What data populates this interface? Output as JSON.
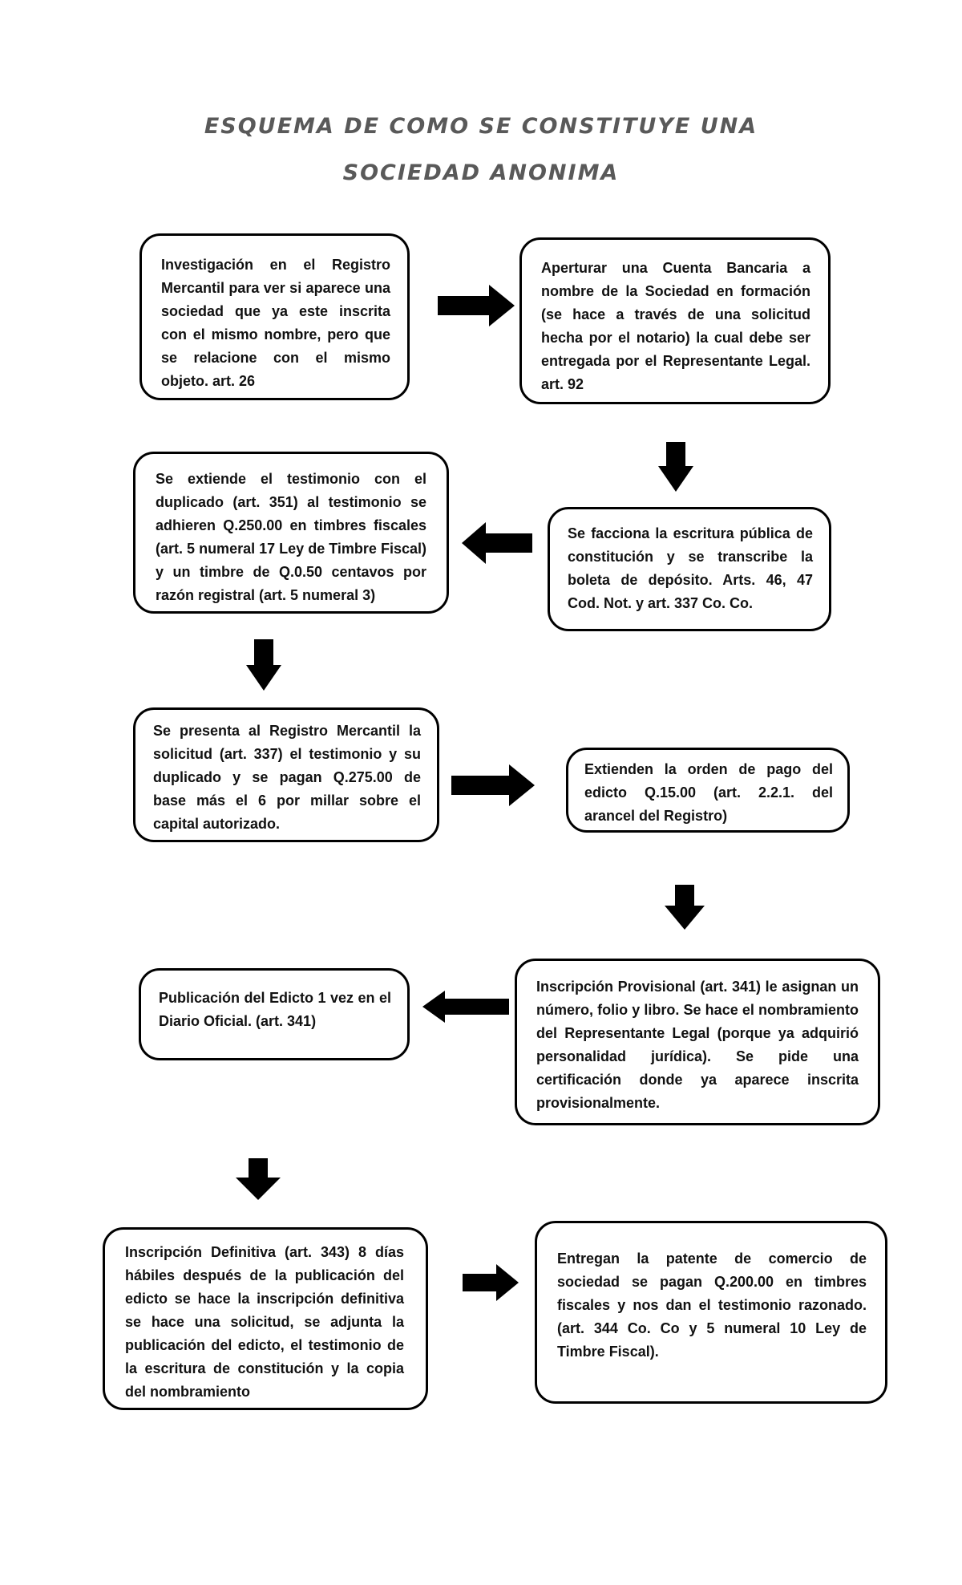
{
  "title": {
    "line1": "ESQUEMA DE COMO SE CONSTITUYE UNA",
    "line2": "SOCIEDAD ANONIMA"
  },
  "steps": [
    {
      "text": "Investigación en el Registro Mercantil para ver si aparece una sociedad que ya este inscrita con el mismo nombre, pero que se relacione con el mismo objeto. art. 26"
    },
    {
      "text": "Aperturar una Cuenta Bancaria a nombre de la Sociedad en formación (se hace a través de una solicitud hecha por el notario) la cual debe ser entregada por el Representante Legal. art. 92"
    },
    {
      "text": "Se facciona la escritura pública de constitución y se transcribe la boleta de depósito. Arts. 46, 47 Cod. Not. y art. 337 Co. Co."
    },
    {
      "text": "Se extiende el testimonio con el duplicado (art. 351) al testimonio se adhieren Q.250.00 en timbres fiscales (art. 5 numeral 17 Ley de Timbre Fiscal) y un timbre de Q.0.50 centavos por razón registral (art. 5 numeral 3)"
    },
    {
      "text": "Se presenta al Registro Mercantil la solicitud (art. 337) el testimonio y su duplicado y se pagan Q.275.00 de base más el 6 por millar sobre el capital autorizado."
    },
    {
      "text": "Extienden la orden de pago del edicto Q.15.00 (art. 2.2.1. del arancel del Registro)"
    },
    {
      "text": "Inscripción Provisional (art. 341) le asignan un número, folio y libro. Se hace el nombramiento del Representante Legal (porque ya adquirió personalidad jurídica). Se pide una certificación donde ya aparece inscrita provisionalmente."
    },
    {
      "text": "Publicación del Edicto 1 vez en el Diario Oficial. (art. 341)"
    },
    {
      "text": "Inscripción Definitiva (art. 343) 8 días hábiles después de la publicación del edicto se hace la inscripción definitiva se hace una solicitud, se adjunta la publicación del edicto, el testimonio de la escritura de constitución y la copia del nombramiento"
    },
    {
      "text": "Entregan la patente de comercio de sociedad se pagan Q.200.00 en timbres fiscales y nos dan el testimonio razonado. (art. 344 Co. Co y 5 numeral 10 Ley de Timbre Fiscal)."
    }
  ]
}
